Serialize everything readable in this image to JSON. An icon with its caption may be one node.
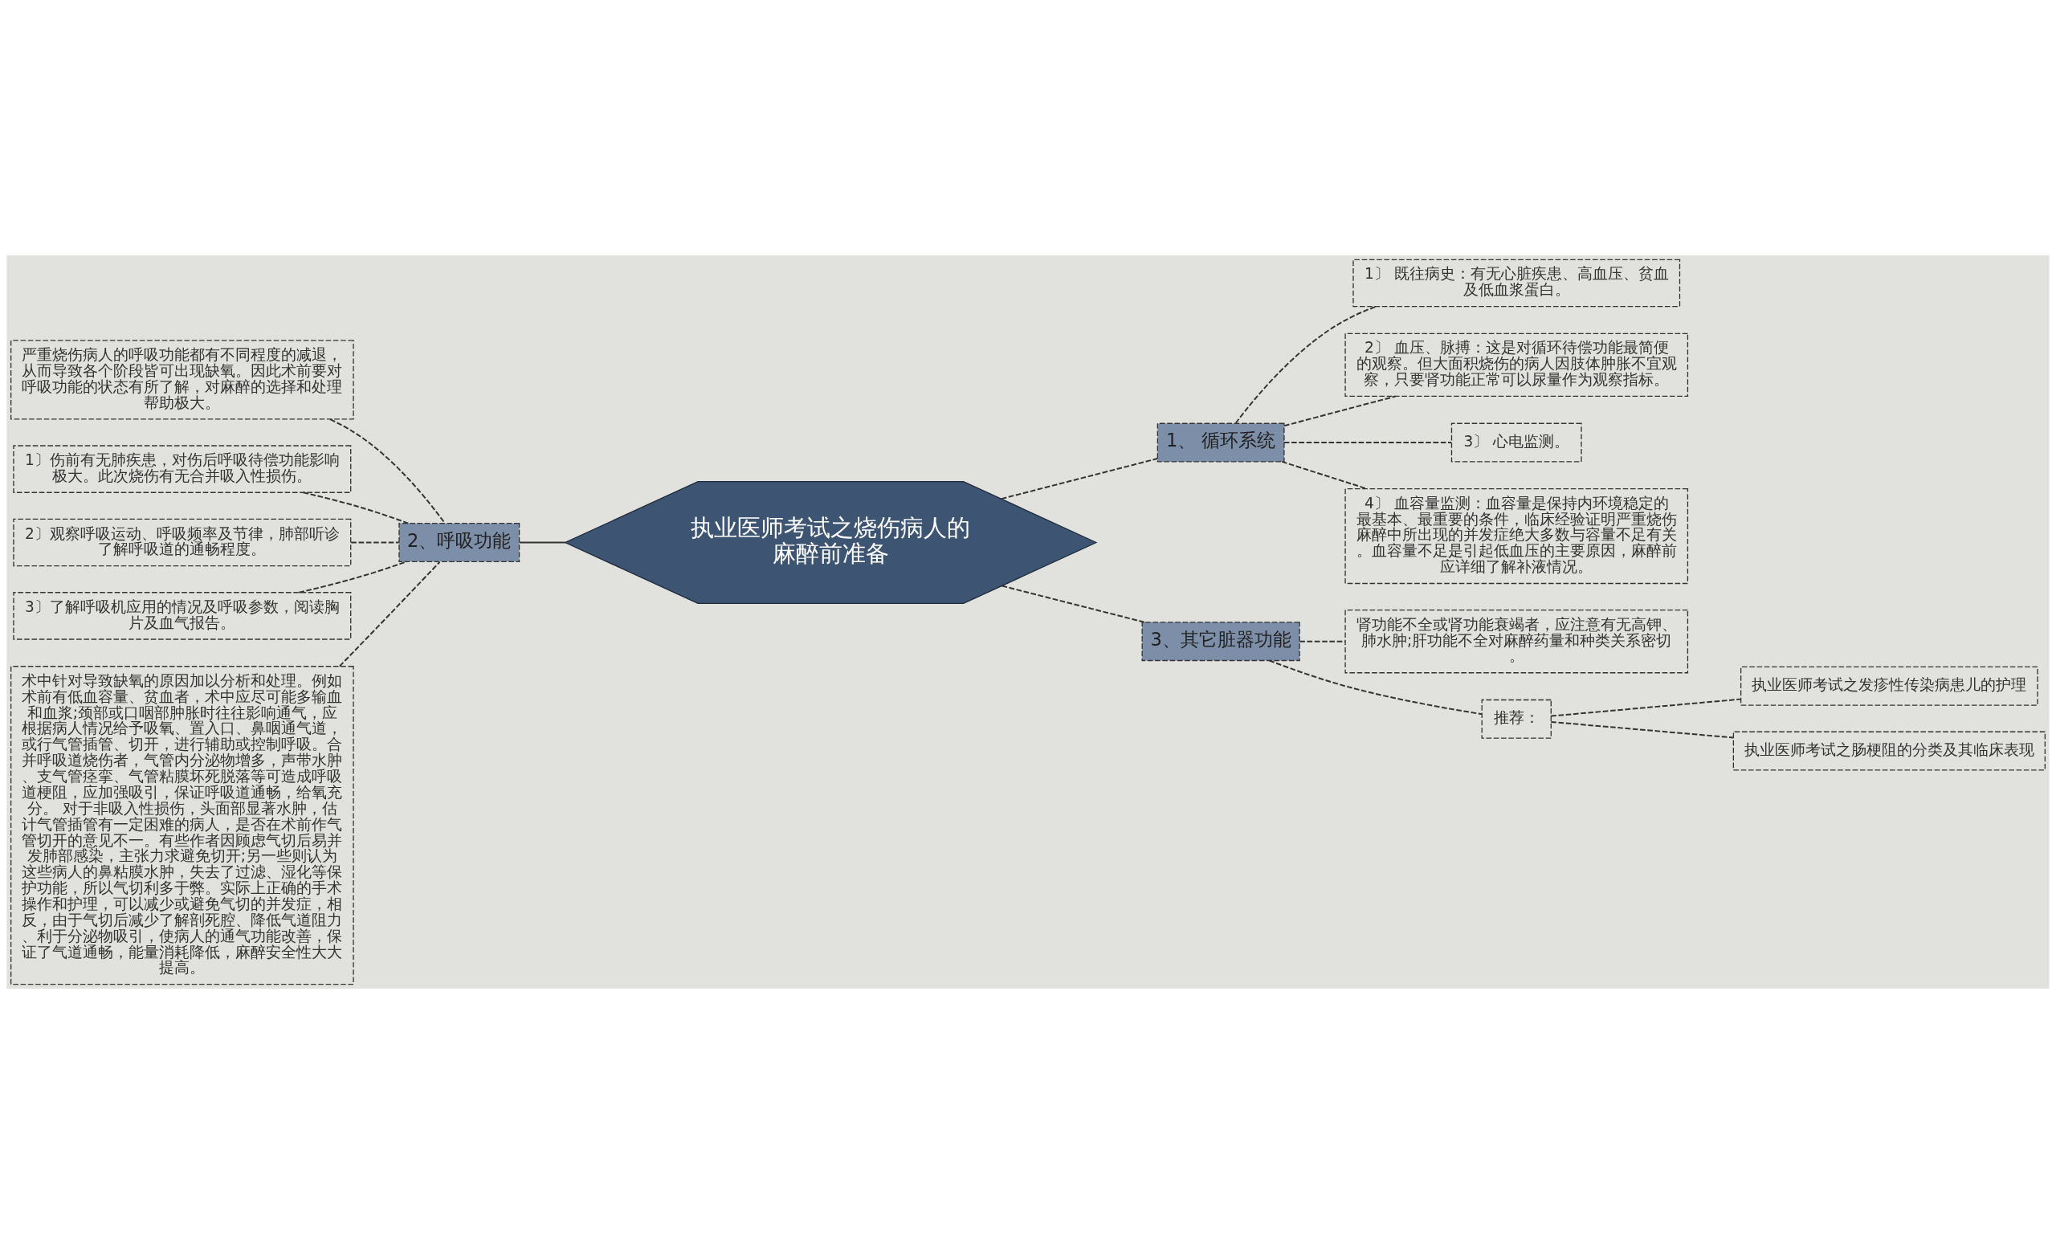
{
  "diagram": {
    "nodes": [
      {
        "text": [
          "执业医师考试之烧伤病人的麻醉前准备"
        ]
      },
      {
        "text": [
          "2、呼吸功能"
        ]
      },
      {
        "text": [
          "严重烧伤病人的呼吸功能都有不同程度的减退，从而导致各个阶段皆可出现缺氧。因此术前要对呼吸功能的状态有所了解，对麻醉的选择和处理帮助极大。"
        ]
      },
      {
        "text": [
          "1〕伤前有无肺疾患，对伤后呼吸待偿功能影响极大。此次烧伤有无合并吸入性损伤。"
        ]
      },
      {
        "text": [
          "2〕观察呼吸运动、呼吸频率及节律，肺部听诊了解呼吸道的通畅程度。"
        ]
      },
      {
        "text": [
          "3〕了解呼吸机应用的情况及呼吸参数，阅读胸片及血气报告。"
        ]
      },
      {
        "text": [
          "术中针对导致缺氧的原因加以分析和处理。例如术前有低血容量、贫血者，术中应尽可能多输血和血浆;颈部或口咽部肿胀时往往影响通气，应根据病人情况给予吸氧、置入口、鼻咽通气道，或行气管插管、切开，进行辅助或控制呼吸。合并呼吸道烧伤者，气管内分泌物增多，声带水肿、支气管痉挛、气管粘膜坏死脱落等可造成呼吸道梗阻，应加强吸引，保证呼吸道通畅，给氧充分。 对于非吸入性损伤，头面部显著水肿，估计气管插管有一定困难的病人，是否在术前作气管切开的意见不一。有些作者因顾虑气切后易并发肺部感染，主张力求避免切开;另一些则认为这些病人的鼻粘膜水肿，失去了过滤、湿化等保护功能，所以气切利多于弊。实际上正确的手术操作和护理，可以减少或避免气切的并发症，相反，由于气切后减少了解剖死腔、降低气道阻力、利于分泌物吸引，使病人的通气功能改善，保证了气道通畅，能量消耗降低，麻醉安全性大大提高。"
        ]
      },
      {
        "text": [
          "1、 循环系统"
        ]
      },
      {
        "text": [
          "1〕 既往病史：有无心脏疾患、高血压、贫血及低血浆蛋白。"
        ]
      },
      {
        "text": [
          "2〕 血压、脉搏：这是对循环待偿功能最简便的观察。但大面积烧伤的病人因肢体肿胀不宜观察，只要肾功能正常可以尿量作为观察指标。"
        ]
      },
      {
        "text": [
          "3〕 心电监测。"
        ]
      },
      {
        "text": [
          "4〕 血容量监测：血容量是保持内环境稳定的最基本、最重要的条件，临床经验证明严重烧伤麻醉中所出现的并发症绝大多数与容量不足有关。血容量不足是引起低血压的主要原因，麻醉前应详细了解补液情况。"
        ]
      },
      {
        "text": [
          "3、其它脏器功能"
        ]
      },
      {
        "text": [
          "肾功能不全或肾功能衰竭者，应注意有无高钾、肺水肿;肝功能不全对麻醉药量和种类关系密切。"
        ]
      },
      {
        "text": [
          "推荐："
        ]
      },
      {
        "text": [
          "执业医师考试之发疹性传染病患儿的护理"
        ]
      },
      {
        "text": [
          "执业医师考试之肠梗阻的分类及其临床表现"
        ]
      }
    ],
    "edges": [
      {
        "from": 0,
        "to": 1,
        "arrow": "none"
      },
      {
        "from": 1,
        "to": 2,
        "arrow": "none",
        "style": "dashed"
      },
      {
        "from": 1,
        "to": 3,
        "arrow": "none",
        "style": "dashed"
      },
      {
        "from": 1,
        "to": 4,
        "arrow": "none",
        "style": "dashed"
      },
      {
        "from": 1,
        "to": 5,
        "arrow": "none",
        "style": "dashed"
      },
      {
        "from": 1,
        "to": 6,
        "arrow": "none",
        "style": "dashed"
      },
      {
        "from": 0,
        "to": 7,
        "arrow": "none",
        "style": "dashed"
      },
      {
        "from": 7,
        "to": 8,
        "arrow": "none",
        "style": "dashed"
      },
      {
        "from": 7,
        "to": 9,
        "arrow": "none",
        "style": "dashed"
      },
      {
        "from": 7,
        "to": 10,
        "arrow": "none",
        "style": "dashed"
      },
      {
        "from": 7,
        "to": 11,
        "arrow": "none",
        "style": "dashed"
      },
      {
        "from": 0,
        "to": 12,
        "arrow": "none",
        "style": "dashed"
      },
      {
        "from": 12,
        "to": 13,
        "arrow": "none",
        "style": "dashed"
      },
      {
        "from": 12,
        "to": 14,
        "arrow": "none",
        "style": "dashed"
      },
      {
        "from": 14,
        "to": 15,
        "arrow": "none",
        "style": "dashed"
      },
      {
        "from": 14,
        "to": 16,
        "arrow": "none",
        "style": "dashed"
      }
    ]
  }
}
